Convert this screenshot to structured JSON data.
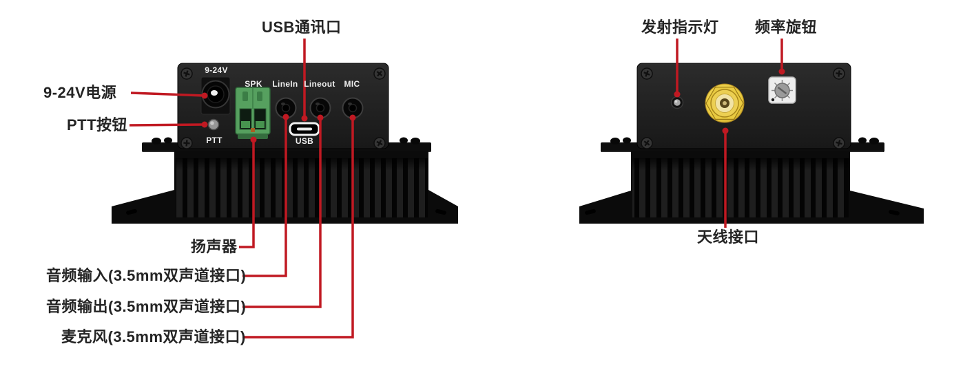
{
  "colors": {
    "annotation_red": "#c01922",
    "label_dark": "#242424",
    "panel_text": "#efefef",
    "terminal_green": "#56a05f",
    "antenna_gold": "#e8c93e",
    "background": "#ffffff"
  },
  "left_device": {
    "panel_labels": {
      "power": "9-24V",
      "spk": "SPK",
      "line_in": "LineIn",
      "line_out": "Lineout",
      "mic": "MIC",
      "ptt": "PTT",
      "usb": "USB"
    },
    "annotations": {
      "power": "9-24V电源",
      "ptt": "PTT按钮",
      "usb": "USB通讯口",
      "speaker": "扬声器",
      "audio_in": "音频输入(3.5mm双声道接口)",
      "audio_out": "音频输出(3.5mm双声道接口)",
      "mic": "麦克风(3.5mm双声道接口)"
    }
  },
  "right_device": {
    "annotations": {
      "tx_led": "发射指示灯",
      "freq_knob": "频率旋钮",
      "antenna": "天线接口"
    }
  }
}
